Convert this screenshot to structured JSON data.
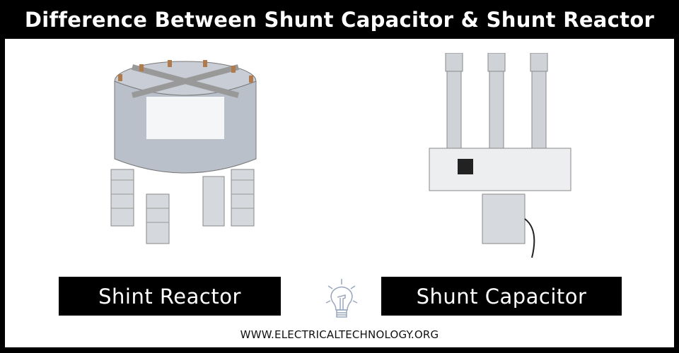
{
  "title": "Difference Between Shunt Capacitor & Shunt Reactor",
  "left_label": "Shint Reactor",
  "right_label": "Shunt Capacitor",
  "center_icon": "lightbulb-icon",
  "footer": "WWW.ELECTRICALTECHNOLOGY.ORG",
  "colors": {
    "frame": "#000000",
    "panel": "#ffffff",
    "icon_stroke": "#9aa7bd"
  }
}
